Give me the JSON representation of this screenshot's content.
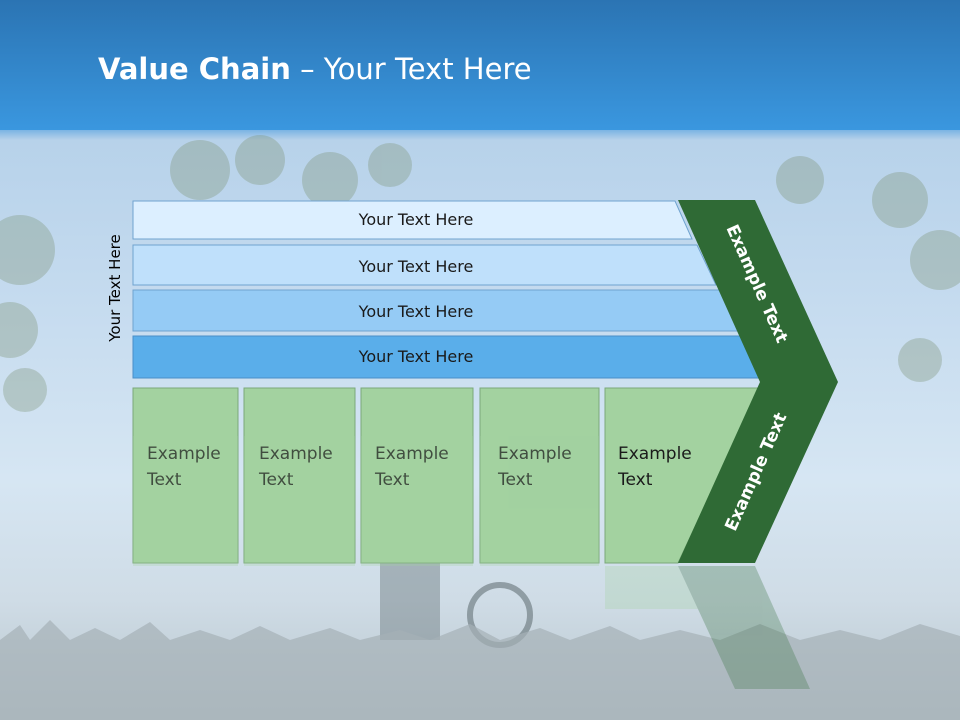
{
  "title": {
    "bold": "Value Chain",
    "rest": " – Your Text Here"
  },
  "side_label": "Your Text Here",
  "bars": [
    {
      "label": "Your Text Here",
      "fill": "#dcefff"
    },
    {
      "label": "Your Text Here",
      "fill": "#bfe0fb"
    },
    {
      "label": "Your Text Here",
      "fill": "#95cbf5"
    },
    {
      "label": "Your Text Here",
      "fill": "#5aaeea"
    }
  ],
  "boxes": [
    {
      "line1": "Example",
      "line2": "Text"
    },
    {
      "line1": "Example",
      "line2": "Text"
    },
    {
      "line1": "Example",
      "line2": "Text"
    },
    {
      "line1": "Example",
      "line2": "Text"
    },
    {
      "line1": "Example",
      "line2": "Text"
    }
  ],
  "chevron": {
    "upper_label": "Example Text",
    "lower_label": "Example Text"
  },
  "colors": {
    "box_fill": "#a3d2a0",
    "chevron_fill": "#2f6a35",
    "header": "#3a97df"
  }
}
